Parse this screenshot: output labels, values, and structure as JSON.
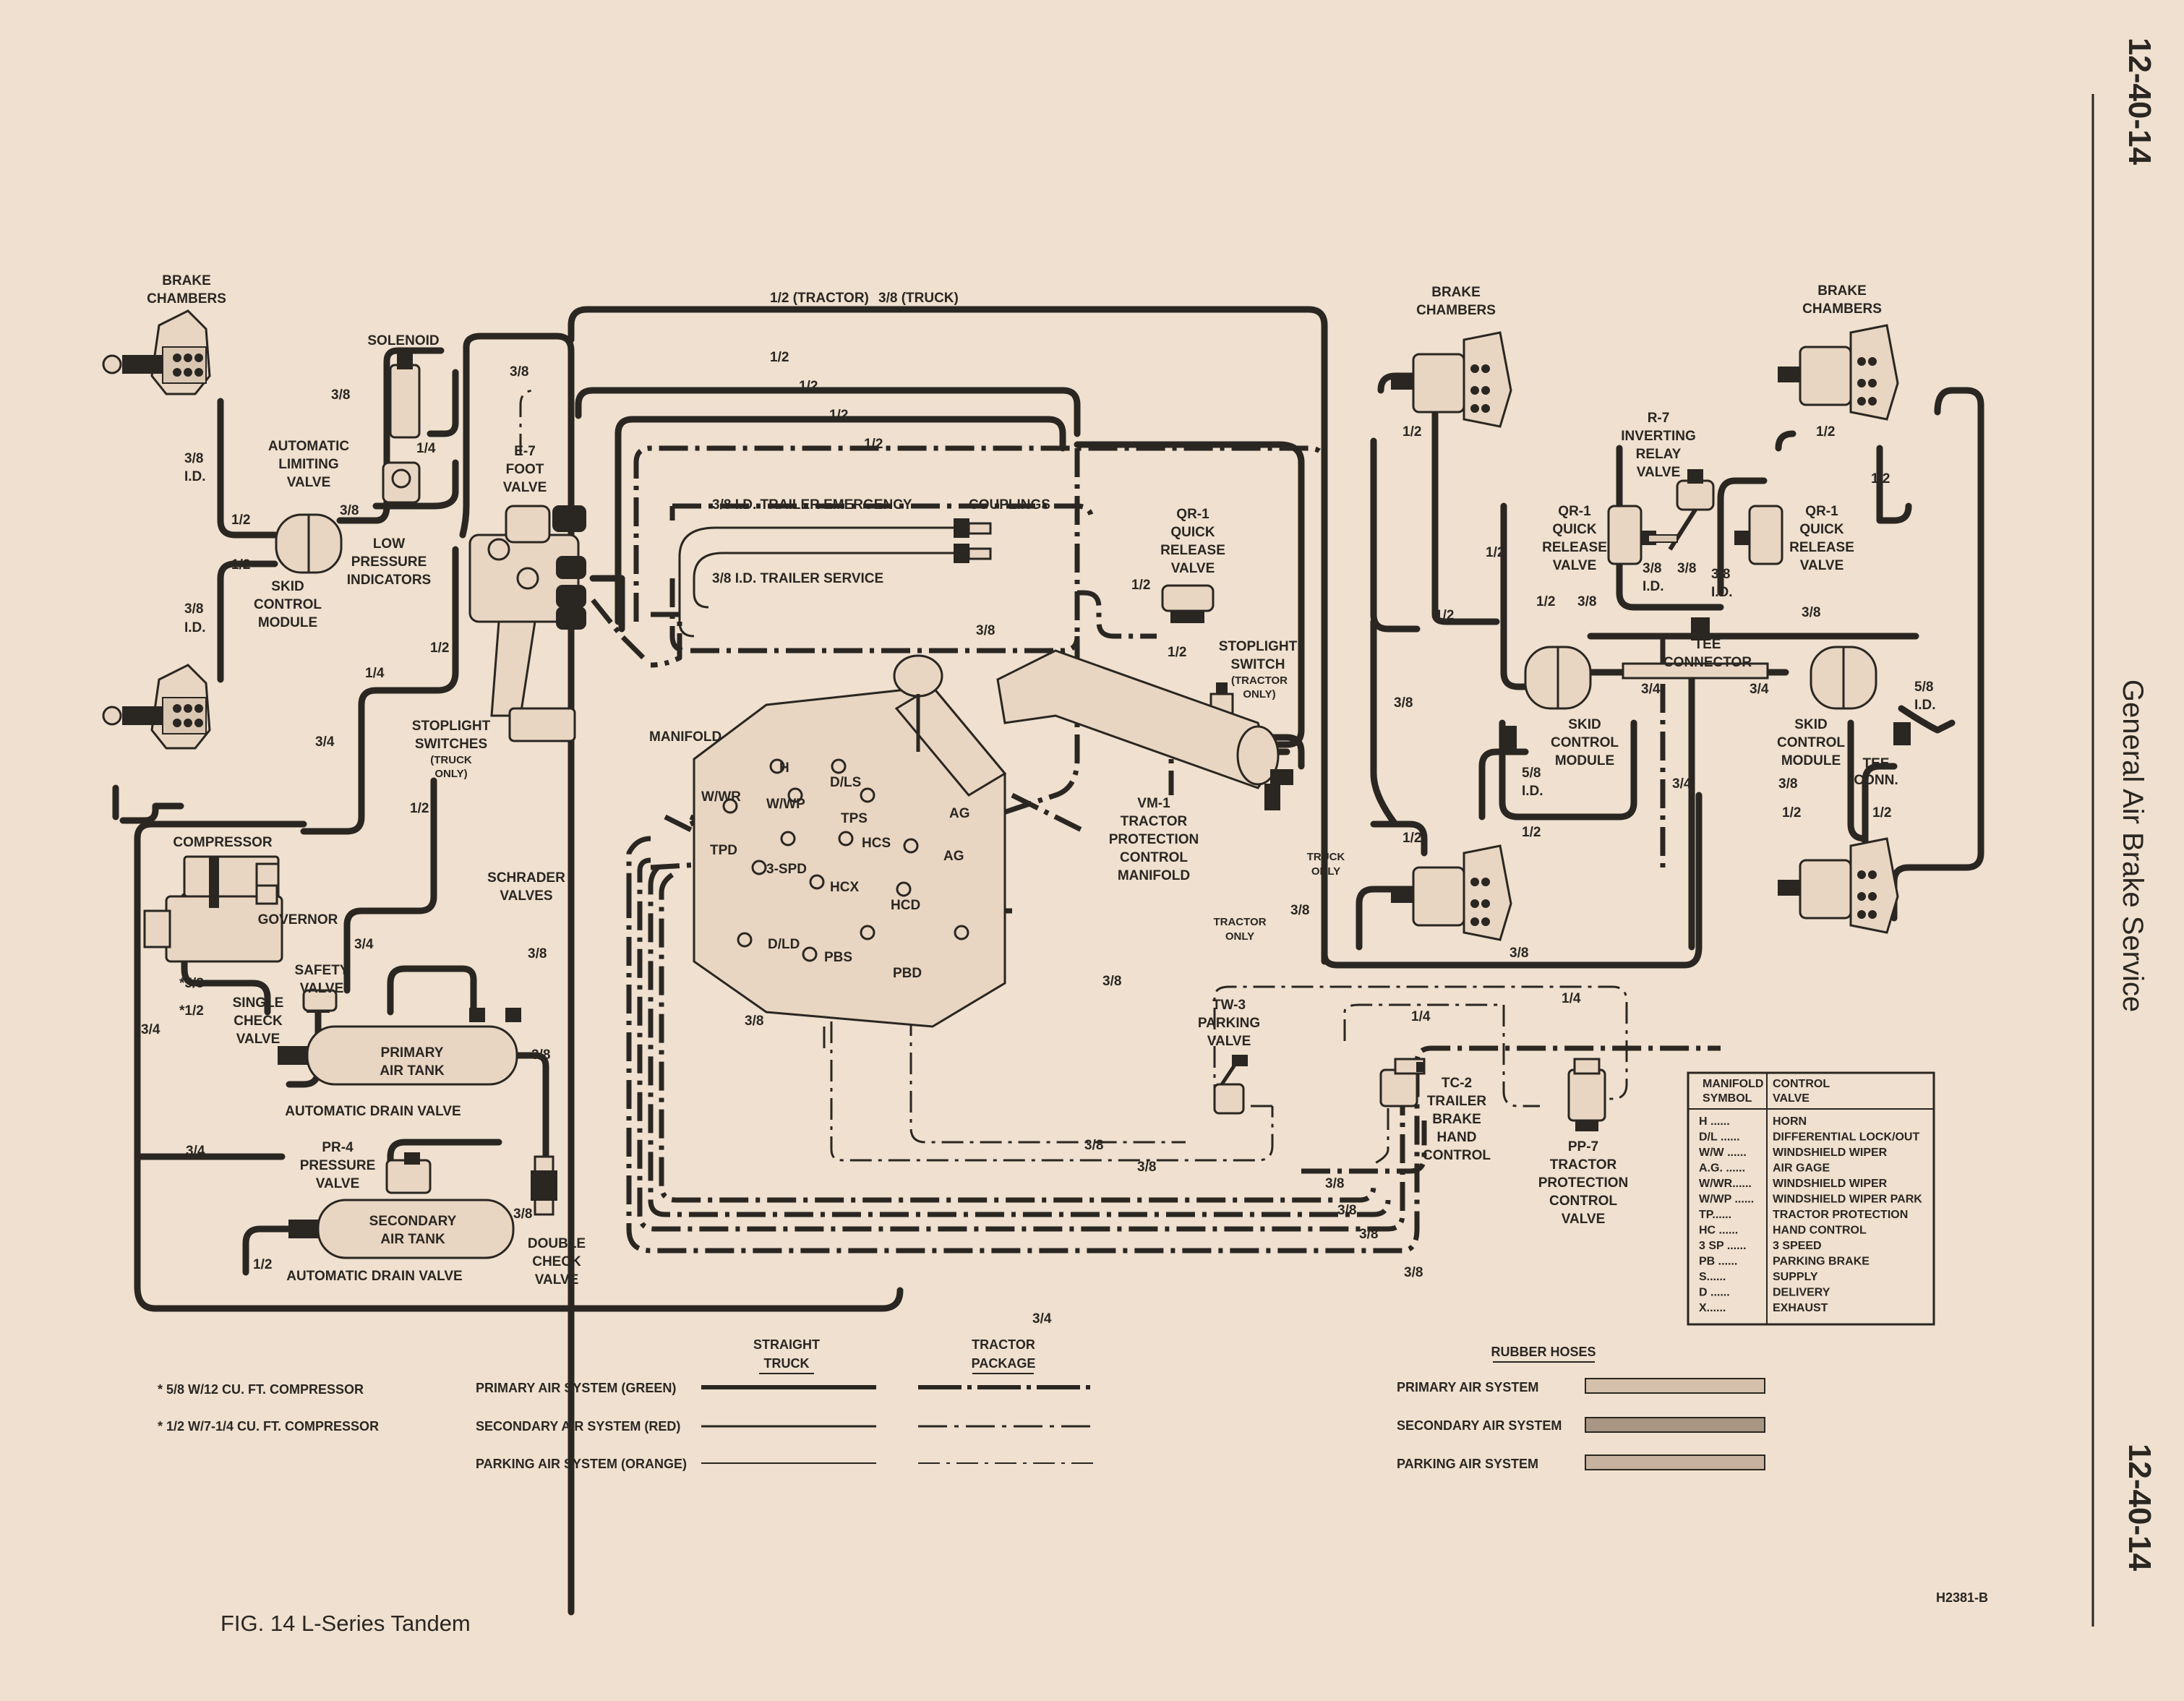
{
  "page": {
    "number_top": "12-40-14",
    "number_bottom": "12-40-14",
    "section_title": "General Air Brake Service",
    "caption": "FIG. 14 L-Series Tandem",
    "figure_code": "H2381-B"
  },
  "labels": {
    "brake_chambers_left": [
      "BRAKE",
      "CHAMBERS"
    ],
    "brake_chambers_mid": [
      "BRAKE",
      "CHAMBERS"
    ],
    "brake_chambers_right": [
      "BRAKE",
      "CHAMBERS"
    ],
    "solenoid": "SOLENOID",
    "automatic_limiting_valve": [
      "AUTOMATIC",
      "LIMITING",
      "VALVE"
    ],
    "skid_control_module_left": [
      "SKID",
      "CONTROL",
      "MODULE"
    ],
    "e7_foot_valve": [
      "E-7",
      "FOOT",
      "VALVE"
    ],
    "low_pressure_indicators": [
      "LOW",
      "PRESSURE",
      "INDICATORS"
    ],
    "stoplight_switches": [
      "STOPLIGHT",
      "SWITCHES"
    ],
    "truck_only_note": [
      "(TRUCK",
      "ONLY)"
    ],
    "compressor": "COMPRESSOR",
    "governor": "GOVERNOR",
    "schrader_valves": [
      "SCHRADER",
      "VALVES"
    ],
    "safety_valve": [
      "SAFETY",
      "VALVE"
    ],
    "single_check_valve": [
      "SINGLE",
      "CHECK",
      "VALVE"
    ],
    "primary_air_tank": [
      "PRIMARY",
      "AIR TANK"
    ],
    "automatic_drain_valve_1": "AUTOMATIC DRAIN VALVE",
    "pr4_pressure_valve": [
      "PR-4",
      "PRESSURE",
      "VALVE"
    ],
    "secondary_air_tank": [
      "SECONDARY",
      "AIR TANK"
    ],
    "automatic_drain_valve_2": "AUTOMATIC DRAIN VALVE",
    "double_check_valve": [
      "DOUBLE",
      "CHECK",
      "VALVE"
    ],
    "trailer_emergency": "3/8 I.D.  TRAILER EMERGENCY",
    "couplings": "COUPLINGS",
    "trailer_service": "3/8 I.D.  TRAILER SERVICE",
    "qr1_left": [
      "QR-1",
      "QUICK",
      "RELEASE",
      "VALVE"
    ],
    "stoplight_switch": [
      "STOPLIGHT",
      "SWITCH"
    ],
    "tractor_only_note": [
      "(TRACTOR",
      "ONLY)"
    ],
    "manifold": "MANIFOLD",
    "vm1": [
      "VM-1",
      "TRACTOR",
      "PROTECTION",
      "CONTROL",
      "MANIFOLD"
    ],
    "truck_only_mid": [
      "TRUCK",
      "ONLY"
    ],
    "tractor_only_mid": [
      "TRACTOR",
      "ONLY"
    ],
    "tw3": [
      "TW-3",
      "PARKING",
      "VALVE"
    ],
    "tc2": [
      "TC-2",
      "TRAILER",
      "BRAKE",
      "HAND",
      "CONTROL"
    ],
    "pp7": [
      "PP-7",
      "TRACTOR",
      "PROTECTION",
      "CONTROL",
      "VALVE"
    ],
    "r7": [
      "R-7",
      "INVERTING",
      "RELAY",
      "VALVE"
    ],
    "qr1_mid": [
      "QR-1",
      "QUICK",
      "RELEASE",
      "VALVE"
    ],
    "qr1_right": [
      "QR-1",
      "QUICK",
      "RELEASE",
      "VALVE"
    ],
    "tee_connector": [
      "TEE",
      "CONNECTOR"
    ],
    "skid_control_module_mid": [
      "SKID",
      "CONTROL",
      "MODULE"
    ],
    "skid_control_module_right": [
      "SKID",
      "CONTROL",
      "MODULE"
    ],
    "tee_conn": [
      "TEE",
      "CONN."
    ],
    "manifold_symbols": [
      "H",
      "D/LS",
      "W/WR",
      "W/WP",
      "TPS",
      "TPD",
      "HCS",
      "3-SPD",
      "HCX",
      "HCD",
      "AG",
      "AG",
      "D/LD",
      "PBS",
      "PBD"
    ]
  },
  "line_sizes": {
    "tractor_truck_top": [
      "1/2  (TRACTOR)",
      "3/8  (TRUCK)"
    ],
    "half": "1/2",
    "three_eighths": "3/8",
    "quarter": "1/4",
    "three_quarter": "3/4",
    "five_eighths": "5/8",
    "three_eighths_id": [
      "3/8",
      "I.D."
    ],
    "five_eighths_id": [
      "5/8",
      "I.D."
    ],
    "star_five_eighths": "*5/8",
    "star_half": "*1/2"
  },
  "symbol_table": {
    "headers": [
      [
        "MANIFOLD",
        "SYMBOL"
      ],
      [
        "CONTROL",
        "VALVE"
      ]
    ],
    "rows": [
      [
        "H ......",
        "HORN"
      ],
      [
        "D/L ......",
        "DIFFERENTIAL LOCK/OUT"
      ],
      [
        "W/W ......",
        "WINDSHIELD WIPER"
      ],
      [
        "A.G. ......",
        "AIR GAGE"
      ],
      [
        "W/WR......",
        "WINDSHIELD WIPER"
      ],
      [
        "W/WP ......",
        "WINDSHIELD WIPER PARK"
      ],
      [
        "TP......",
        "TRACTOR PROTECTION"
      ],
      [
        "HC ......",
        "HAND CONTROL"
      ],
      [
        "3 SP ......",
        "3 SPEED"
      ],
      [
        "PB ......",
        "PARKING BRAKE"
      ],
      [
        "S......",
        "SUPPLY"
      ],
      [
        "D ......",
        "DELIVERY"
      ],
      [
        "X......",
        "EXHAUST"
      ]
    ]
  },
  "legend": {
    "notes": [
      "* 5/8 W/12 CU. FT. COMPRESSOR",
      "* 1/2 W/7-1/4 CU. FT. COMPRESSOR"
    ],
    "col_straight_truck": [
      "STRAIGHT",
      "TRUCK"
    ],
    "col_tractor_package": [
      "TRACTOR",
      "PACKAGE"
    ],
    "systems": [
      "PRIMARY AIR SYSTEM (GREEN)",
      "SECONDARY AIR SYSTEM (RED)",
      "PARKING AIR SYSTEM (ORANGE)"
    ],
    "rubber_hoses_title": "RUBBER HOSES",
    "hoses": [
      "PRIMARY AIR SYSTEM",
      "SECONDARY AIR SYSTEM",
      "PARKING AIR SYSTEM"
    ]
  }
}
